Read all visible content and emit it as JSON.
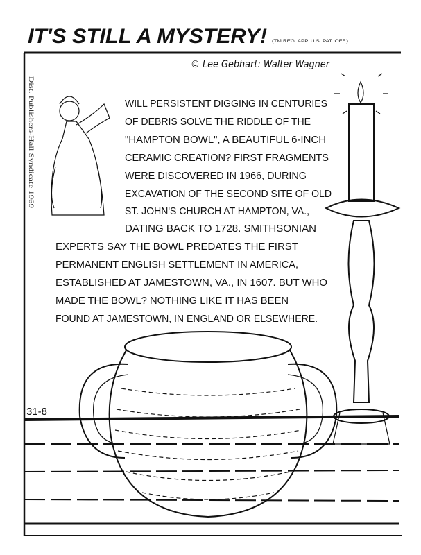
{
  "header": {
    "title": "IT'S STILL A MYSTERY!",
    "trademark": "(TM REG. APP. U.S. PAT. OFF.)",
    "credit": "© Lee Gebhart: Walter Wagner"
  },
  "side_credit": "Dist. Publishers-Hall Syndicate 1969",
  "panel_number": "31-8",
  "body_lines": [
    "WILL PERSISTENT DIGGING IN CENTURIES",
    "OF DEBRIS SOLVE THE RIDDLE OF THE",
    "\"HAMPTON BOWL\", A BEAUTIFUL 6-INCH",
    "CERAMIC CREATION? FIRST FRAGMENTS",
    "WERE DISCOVERED IN 1966, DURING",
    "EXCAVATION OF THE SECOND SITE OF OLD",
    "ST. JOHN'S CHURCH AT HAMPTON, VA.,",
    "DATING BACK TO 1728. SMITHSONIAN",
    "EXPERTS SAY THE BOWL PREDATES THE FIRST",
    "PERMANENT ENGLISH SETTLEMENT IN AMERICA,",
    "ESTABLISHED AT JAMESTOWN, VA., IN 1607. BUT WHO",
    "MADE THE BOWL? NOTHING LIKE IT HAS BEEN",
    "FOUND AT JAMESTOWN, IN ENGLAND OR ELSEWHERE."
  ]
}
